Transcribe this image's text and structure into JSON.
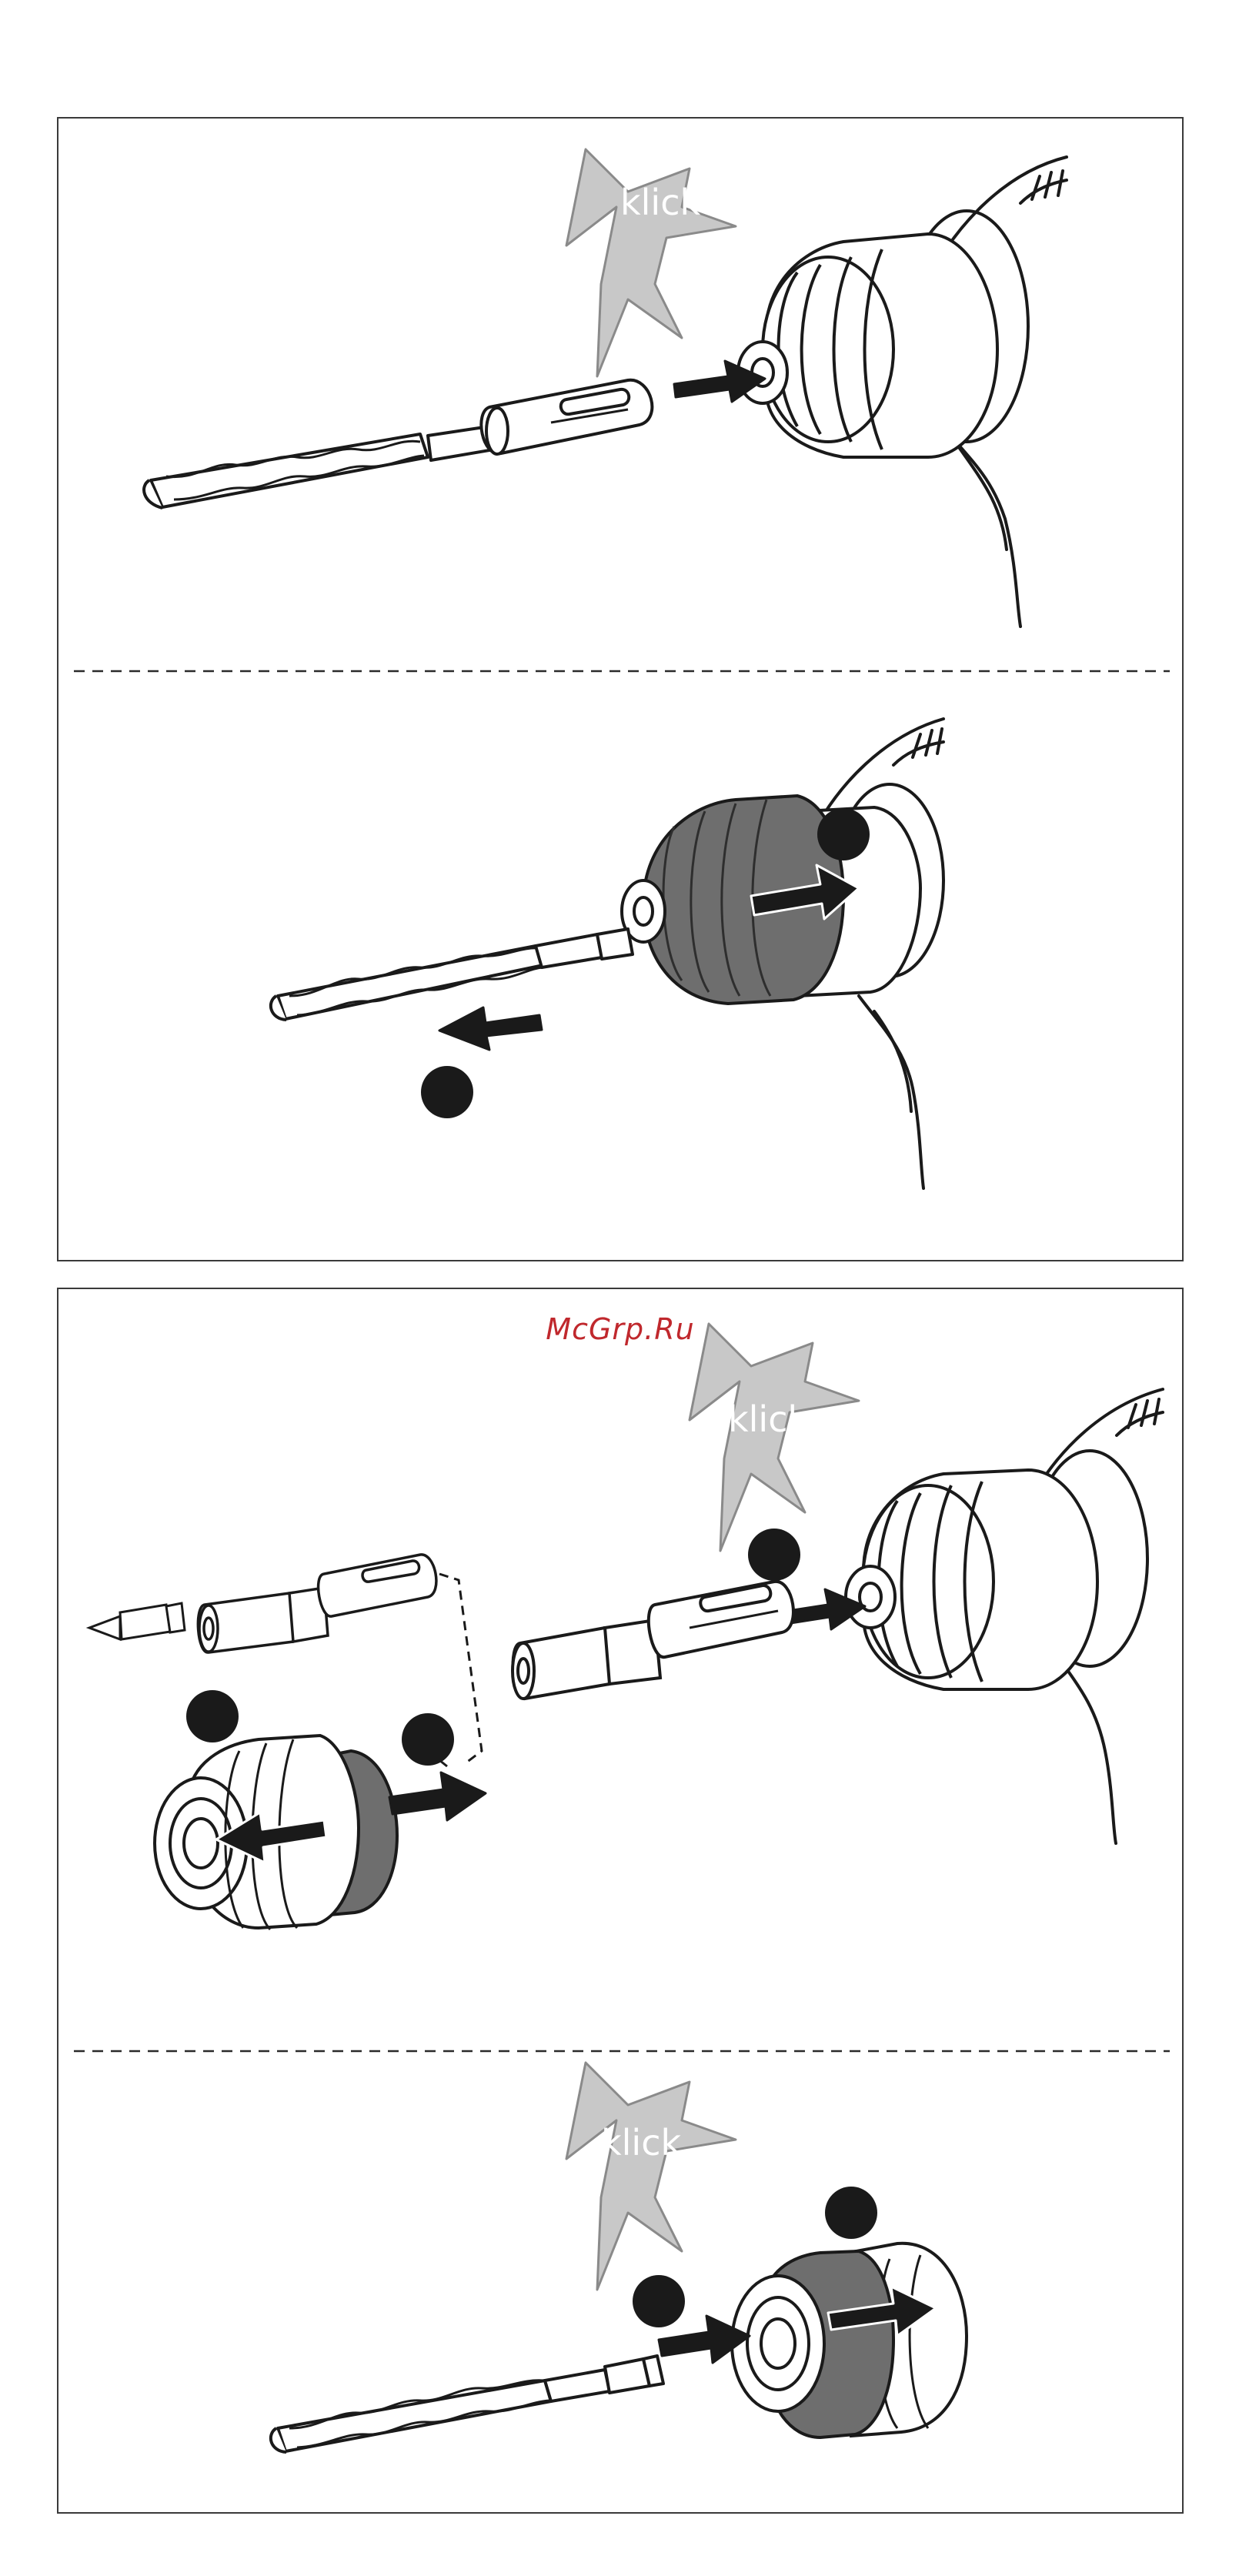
{
  "watermark": {
    "text": "McGrp.Ru",
    "color": "#c0282d"
  },
  "labels": {
    "klick": "klick"
  },
  "colors": {
    "line": "#1a1a1a",
    "arrow": "#1a1a1a",
    "starburst": "#c8c8c8",
    "collar_dark": "#6e6e6e",
    "step_marker": "#1a1a1a"
  },
  "figures": [
    {
      "id": "fig-1",
      "description_icons": [
        "drill-chuck-icon",
        "sds-drill-bit-icon",
        "insert-arrow-icon",
        "klick-starburst-icon"
      ]
    },
    {
      "id": "fig-2",
      "description_icons": [
        "drill-chuck-icon",
        "drill-bit-icon",
        "pull-back-arrow-icon",
        "remove-arrow-icon",
        "step-marker-icon"
      ]
    },
    {
      "id": "fig-3",
      "description_icons": [
        "screwdriver-bit-icon",
        "bit-adapter-icon",
        "quick-chuck-icon",
        "insert-arrow-icon",
        "klick-starburst-icon",
        "step-marker-icon"
      ]
    },
    {
      "id": "fig-4",
      "description_icons": [
        "quick-chuck-icon",
        "drill-bit-icon",
        "insert-arrow-icon",
        "klick-starburst-icon",
        "step-marker-icon"
      ]
    }
  ]
}
